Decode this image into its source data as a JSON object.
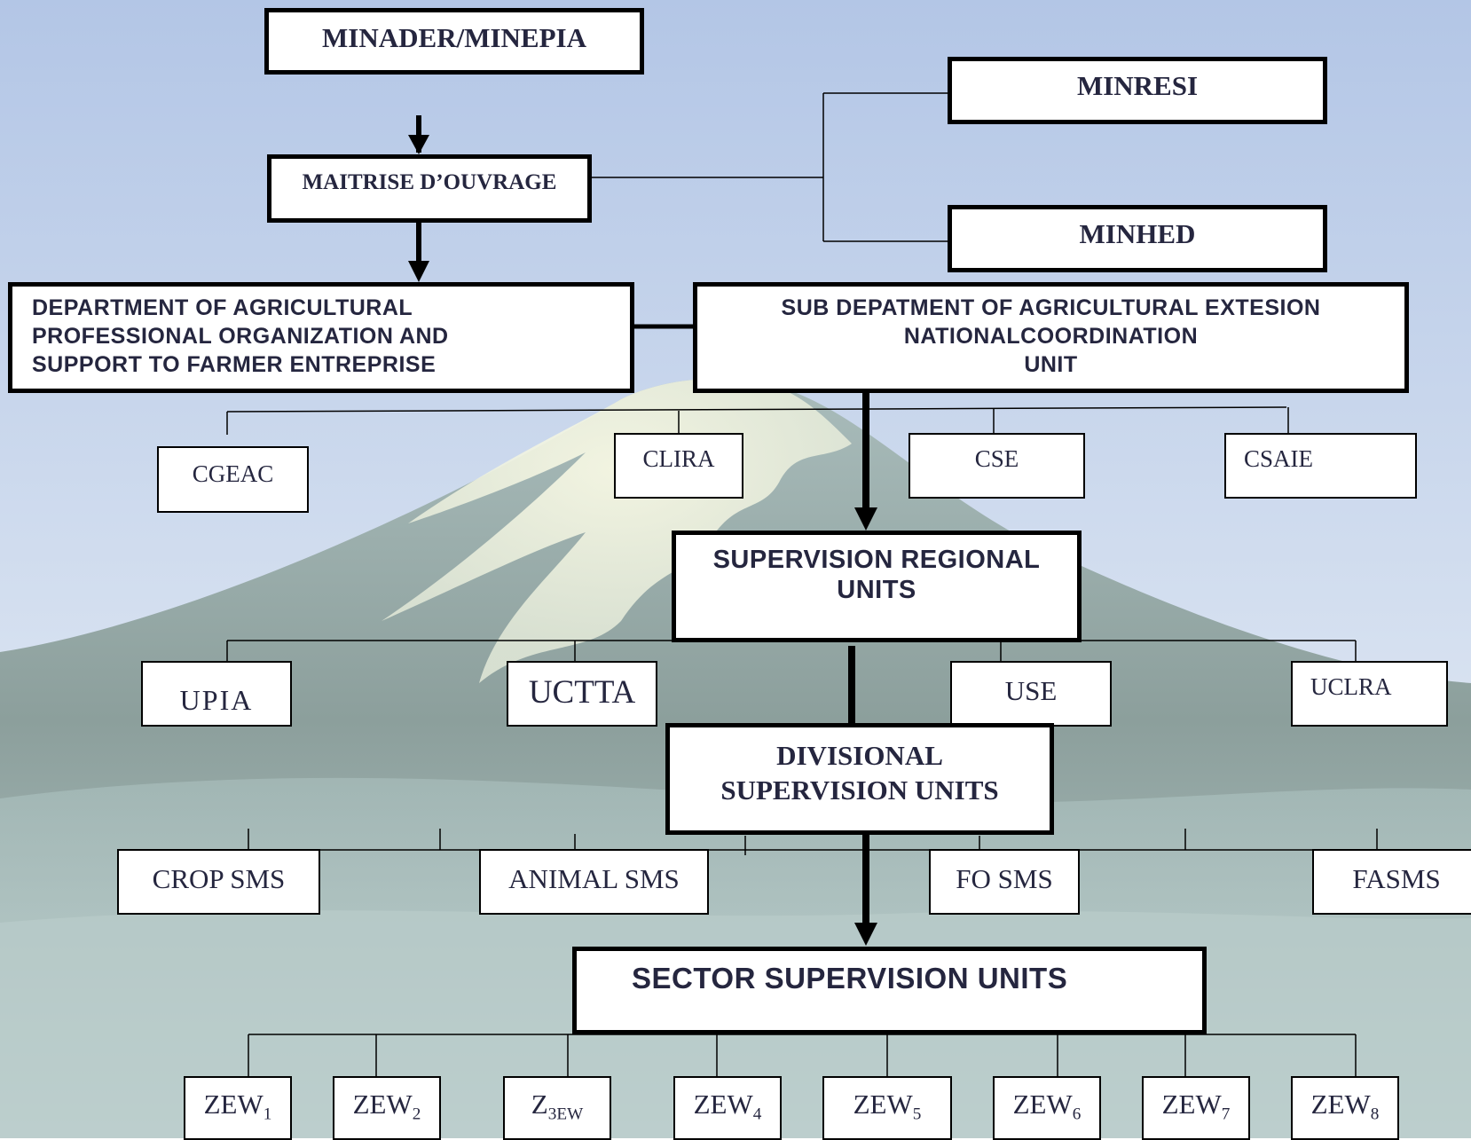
{
  "chart_data": {
    "type": "org-chart",
    "levels": [
      {
        "node": "MINADER/MINEPIA"
      },
      {
        "node": "MAITRISE D’OUVRAGE",
        "linked": [
          "MINRESI",
          "MINHED"
        ]
      },
      {
        "node": "DEPARTMENT OF AGRICULTURAL PROFESSIONAL ORGANIZATION AND SUPPORT TO FARMER ENTREPRISE",
        "peer": "SUB DEPATMENT OF AGRICULTURAL EXTESION NATIONALCOORDINATION UNIT"
      },
      {
        "node": "SUB DEPATMENT OF AGRICULTURAL EXTESION NATIONALCOORDINATION UNIT",
        "children": [
          "CGEAC",
          "CLIRA",
          "CSE",
          "CSAIE"
        ]
      },
      {
        "node": "SUPERVISION REGIONAL UNITS",
        "children": [
          "UPIA",
          "UCTTA",
          "USE",
          "UCLRA"
        ]
      },
      {
        "node": "DIVISIONAL SUPERVISION UNITS",
        "children": [
          "CROP SMS",
          "ANIMAL SMS",
          "FO SMS",
          "FASMS"
        ]
      },
      {
        "node": "SECTOR SUPERVISION UNITS",
        "children": [
          "ZEW1",
          "ZEW2",
          "Z3EW",
          "ZEW4",
          "ZEW5",
          "ZEW6",
          "ZEW7",
          "ZEW8"
        ]
      }
    ]
  },
  "colors": {
    "sky_top": "#b3c6e6",
    "sky_bottom": "#e9eff7",
    "mountain": "#8fa6a4",
    "snow": "#f3f4dc",
    "text": "#25263f"
  },
  "boxes": {
    "minader": "MINADER/MINEPIA",
    "minresi": "MINRESI",
    "minhed": "MINHED",
    "maitrise": "MAITRISE D’OUVRAGE",
    "dept_line1": "DEPARTMENT OF AGRICULTURAL",
    "dept_line2": "PROFESSIONAL ORGANIZATION AND",
    "dept_line3": "SUPPORT TO FARMER ENTREPRISE",
    "sub_line1": "SUB DEPATMENT OF AGRICULTURAL EXTESION",
    "sub_line2": "NATIONALCOORDINATION",
    "sub_line3": "UNIT",
    "cgeac": "CGEAC",
    "clira": "CLIRA",
    "cse": "CSE",
    "csaie": "CSAIE",
    "sru_line1": "SUPERVISION REGIONAL",
    "sru_line2": "UNITS",
    "upia": "UPIA",
    "uctta": "UCTTA",
    "use": "USE",
    "uclra": "UCLRA",
    "div_line1": "DIVISIONAL",
    "div_line2": "SUPERVISION UNITS",
    "crop": "CROP SMS",
    "animal": "ANIMAL SMS",
    "fo": "FO SMS",
    "fasms": "FASMS",
    "sector": "SECTOR SUPERVISION UNITS"
  },
  "zew": [
    {
      "base": "ZEW",
      "sub": "1"
    },
    {
      "base": "ZEW",
      "sub": "2"
    },
    {
      "base": "Z",
      "sub": "3EW"
    },
    {
      "base": "ZEW",
      "sub": "4"
    },
    {
      "base": "ZEW",
      "sub": "5"
    },
    {
      "base": "ZEW",
      "sub": "6"
    },
    {
      "base": "ZEW",
      "sub": "7"
    },
    {
      "base": "ZEW",
      "sub": "8"
    }
  ]
}
